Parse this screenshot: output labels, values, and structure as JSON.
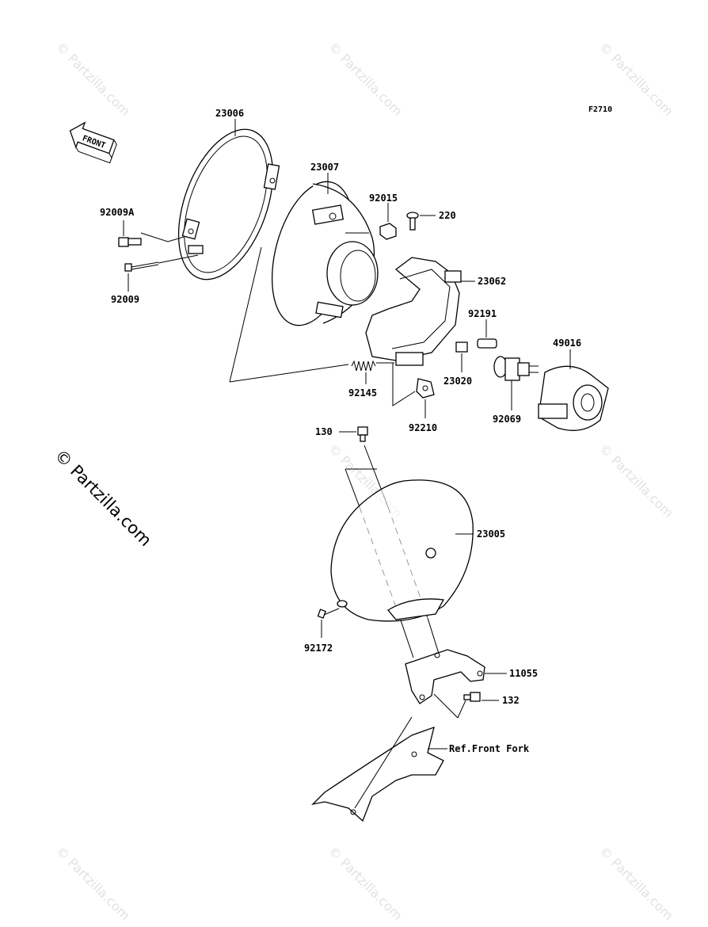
{
  "figure_code": "F2710",
  "front_arrow_label": "FRONT",
  "watermark_text": "© Partzilla.com",
  "watermark_tiles": "© Partzilla.com",
  "parts": {
    "p23006": "23006",
    "p23007": "23007",
    "p92015": "92015",
    "p220": "220",
    "p92009A": "92009A",
    "p92009": "92009",
    "p23062": "23062",
    "p92191": "92191",
    "p49016": "49016",
    "p23020": "23020",
    "p92145": "92145",
    "p92210": "92210",
    "p92069": "92069",
    "p130": "130",
    "p23005": "23005",
    "p92172": "92172",
    "p11055": "11055",
    "p132": "132",
    "ref_front_fork": "Ref.Front Fork"
  },
  "colors": {
    "line": "#000000",
    "watermark": "#e2e2e2",
    "background": "#ffffff"
  }
}
